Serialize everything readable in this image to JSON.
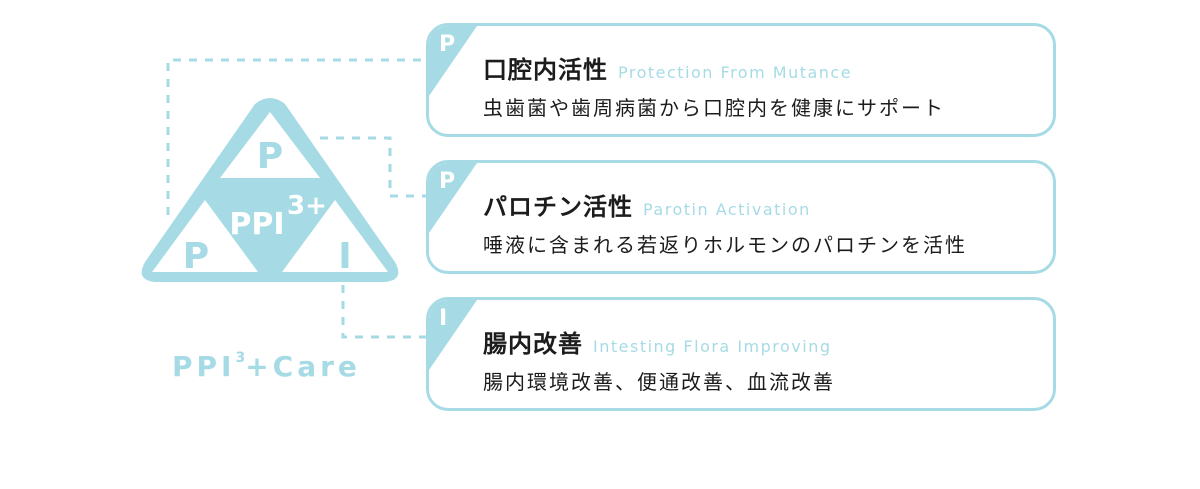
{
  "logo": {
    "top_letter": "P",
    "center_text": "PPI",
    "center_superscript": "3+",
    "left_letter": "P",
    "right_letter": "I"
  },
  "caption": {
    "main": "PPI",
    "sup": "3",
    "rest": "+Care"
  },
  "cards": [
    {
      "letter": "P",
      "title": "口腔内活性",
      "subtitle": "Protection From Mutance",
      "description": "虫歯菌や歯周病菌から口腔内を健康にサポート"
    },
    {
      "letter": "P",
      "title": "パロチン活性",
      "subtitle": "Parotin Activation",
      "description": "唾液に含まれる若返りホルモンのパロチンを活性"
    },
    {
      "letter": "I",
      "title": "腸内改善",
      "subtitle": "Intesting Flora Improving",
      "description": "腸内環境改善、便通改善、血流改善"
    }
  ],
  "colors": {
    "accent": "#a6dbe6",
    "text": "#1c1c1c",
    "background": "#ffffff"
  }
}
